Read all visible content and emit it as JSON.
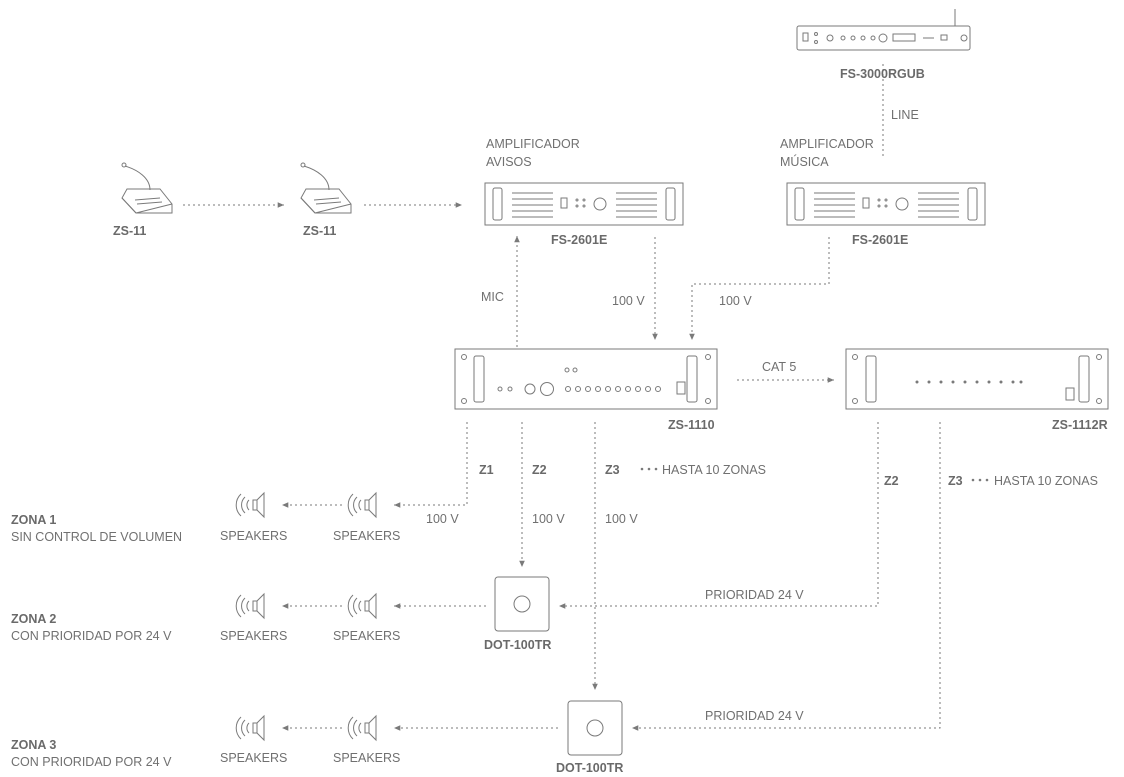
{
  "devices": {
    "mic_1": {
      "label": "ZS-11"
    },
    "mic_2": {
      "label": "ZS-11"
    },
    "amp_avisos": {
      "title_line1": "AMPLIFICADOR",
      "title_line2": "AVISOS",
      "label": "FS-2601E"
    },
    "amp_musica": {
      "title_line1": "AMPLIFICADOR",
      "title_line2": "MÚSICA",
      "label": "FS-2601E"
    },
    "player": {
      "label": "FS-3000RGUB"
    },
    "matrix": {
      "label": "ZS-1110"
    },
    "extension": {
      "label": "ZS-1112R"
    },
    "dot_1": {
      "label": "DOT-100TR"
    },
    "dot_2": {
      "label": "DOT-100TR"
    }
  },
  "connections": {
    "line": "LINE",
    "mic": "MIC",
    "v100_a": "100 V",
    "v100_b": "100 V",
    "cat5": "CAT 5",
    "z1": "Z1",
    "z2": "Z2",
    "z3": "Z3",
    "z1_100v": "100 V",
    "z2_100v": "100 V",
    "z3_100v": "100 V",
    "hasta_1": "HASTA 10 ZONAS",
    "hasta_2": "HASTA 10 ZONAS",
    "ext_z2": "Z2",
    "ext_z3": "Z3",
    "prioridad_1": "PRIORIDAD 24 V",
    "prioridad_2": "PRIORIDAD 24 V"
  },
  "zones": [
    {
      "name": "ZONA 1",
      "desc": "SIN CONTROL DE VOLUMEN",
      "speaker_labels": [
        "SPEAKERS",
        "SPEAKERS"
      ]
    },
    {
      "name": "ZONA 2",
      "desc": "CON PRIORIDAD POR 24 V",
      "speaker_labels": [
        "SPEAKERS",
        "SPEAKERS"
      ]
    },
    {
      "name": "ZONA 3",
      "desc": "CON PRIORIDAD POR 24 V",
      "speaker_labels": [
        "SPEAKERS",
        "SPEAKERS"
      ]
    }
  ],
  "colors": {
    "stroke": "#7a7a7a",
    "text": "#707070"
  }
}
